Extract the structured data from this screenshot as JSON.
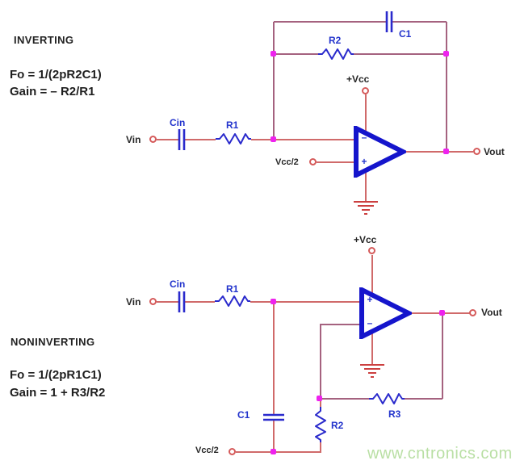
{
  "watermark": "www.cntronics.com",
  "inverting": {
    "title": "INVERTING",
    "fo": "Fo = 1/(2pR2C1)",
    "gain": "Gain = – R2/R1",
    "vin": "Vin",
    "cin": "Cin",
    "r1": "R1",
    "r2": "R2",
    "c1": "C1",
    "vcc": "+Vcc",
    "vcc_half": "Vcc/2",
    "vout": "Vout",
    "minus": "–",
    "plus": "+"
  },
  "noninverting": {
    "title": "NONINVERTING",
    "fo": "Fo = 1/(2pR1C1)",
    "gain": "Gain = 1 + R3/R2",
    "vin": "Vin",
    "cin": "Cin",
    "r1": "R1",
    "r2": "R2",
    "r3": "R3",
    "c1": "C1",
    "vcc": "+Vcc",
    "vcc_half": "Vcc/2",
    "vout": "Vout",
    "minus": "–",
    "plus": "+"
  },
  "colors": {
    "wire_red": "#d06a6a",
    "wire_purple": "#a5627f",
    "component_blue": "#2a2acc",
    "opamp_blue": "#1515cc",
    "label_blue": "#2233cc",
    "junction_magenta": "#ee22ee",
    "terminal_red": "#d55a5a",
    "ground_red": "#cc4040",
    "text_dark": "#262626",
    "watermark_green": "#b9dfa4"
  }
}
